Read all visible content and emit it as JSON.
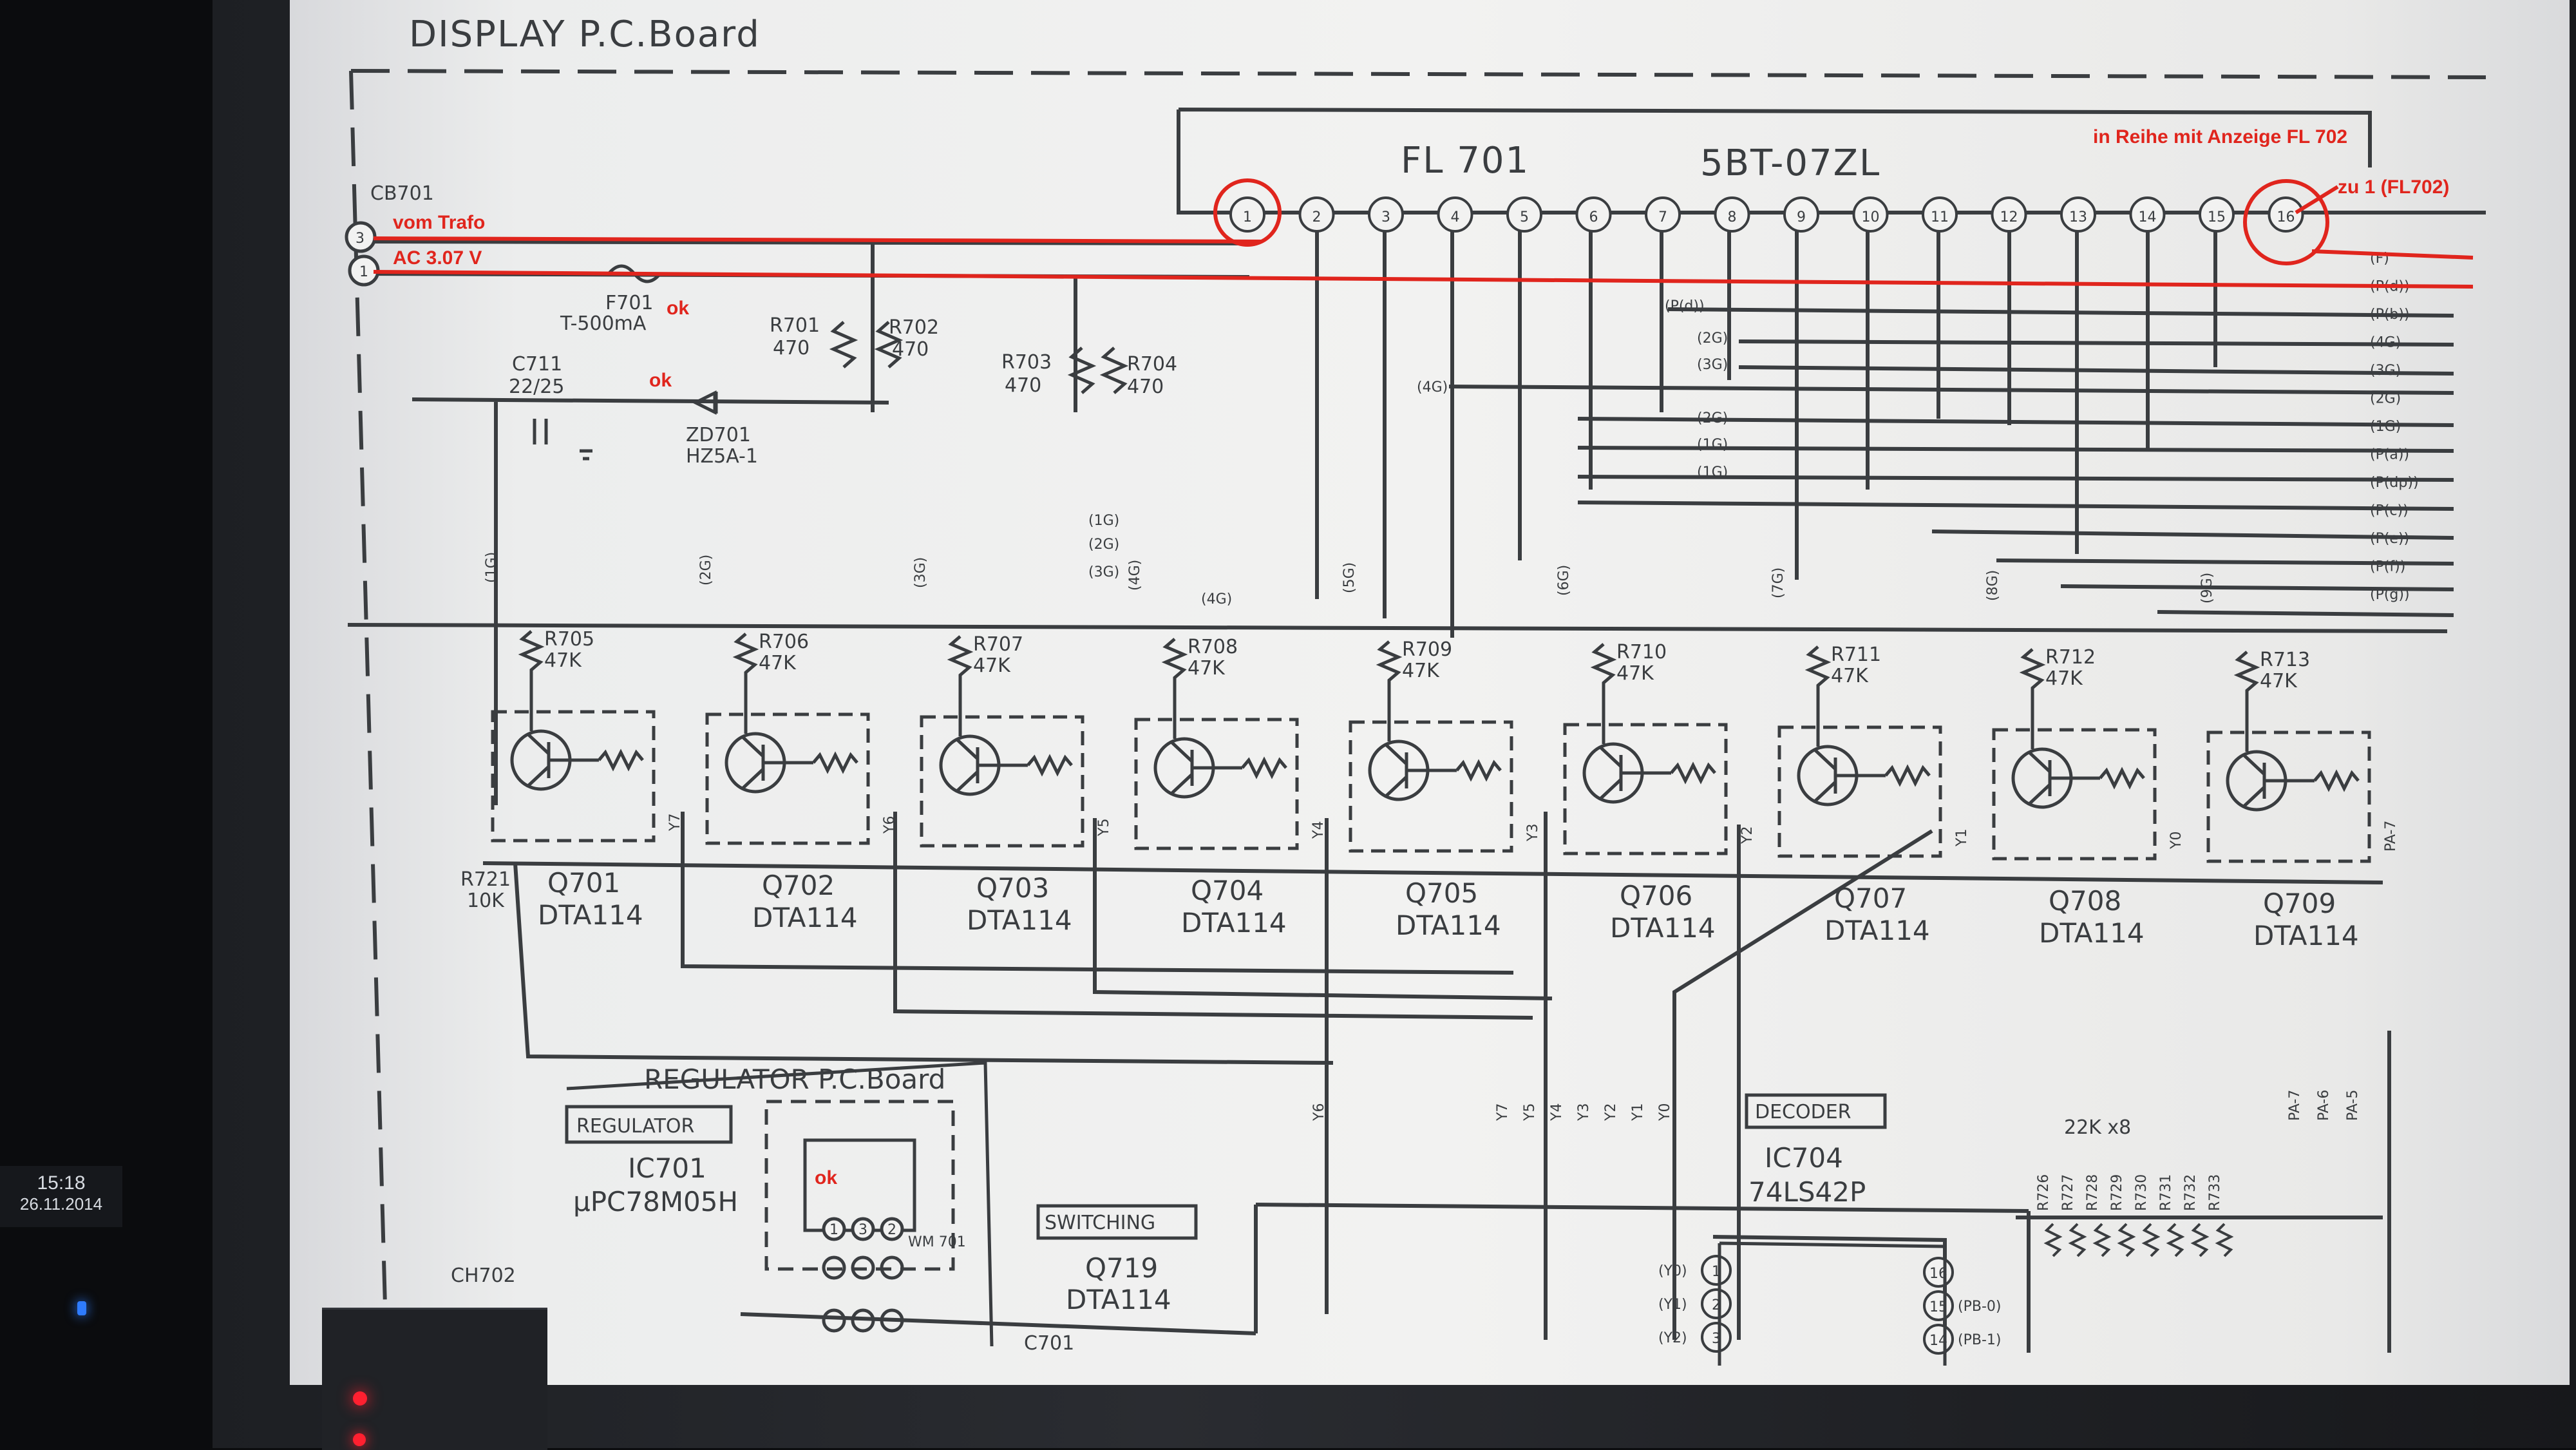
{
  "board_title": "DISPLAY  P.C.Board",
  "tube": {
    "ref": "FL 701",
    "part": "5BT-07ZL"
  },
  "pins": [
    "1",
    "2",
    "3",
    "4",
    "5",
    "6",
    "7",
    "8",
    "9",
    "10",
    "11",
    "12",
    "13",
    "14",
    "15",
    "16"
  ],
  "connector": {
    "ref": "CB701",
    "pin_top": "3",
    "pin_bottom": "1",
    "ch_ref": "CH702"
  },
  "fuse": {
    "ref": "F701",
    "rating": "T-500mA"
  },
  "cap": {
    "ref": "C711",
    "value": "22/25"
  },
  "zener": {
    "ref": "ZD701",
    "part": "HZ5A-1"
  },
  "resistors_top": [
    {
      "ref": "R701",
      "value": "470"
    },
    {
      "ref": "R702",
      "value": "470"
    },
    {
      "ref": "R703",
      "value": "470"
    },
    {
      "ref": "R704",
      "value": "470"
    }
  ],
  "r721": {
    "ref": "R721",
    "value": "10K"
  },
  "base_resistors": [
    {
      "ref": "R705",
      "value": "47K"
    },
    {
      "ref": "R706",
      "value": "47K"
    },
    {
      "ref": "R707",
      "value": "47K"
    },
    {
      "ref": "R708",
      "value": "47K"
    },
    {
      "ref": "R709",
      "value": "47K"
    },
    {
      "ref": "R710",
      "value": "47K"
    },
    {
      "ref": "R711",
      "value": "47K"
    },
    {
      "ref": "R712",
      "value": "47K"
    },
    {
      "ref": "R713",
      "value": "47K"
    }
  ],
  "transistors": [
    {
      "ref": "Q701",
      "part": "DTA114"
    },
    {
      "ref": "Q702",
      "part": "DTA114"
    },
    {
      "ref": "Q703",
      "part": "DTA114"
    },
    {
      "ref": "Q704",
      "part": "DTA114"
    },
    {
      "ref": "Q705",
      "part": "DTA114"
    },
    {
      "ref": "Q706",
      "part": "DTA114"
    },
    {
      "ref": "Q707",
      "part": "DTA114"
    },
    {
      "ref": "Q708",
      "part": "DTA114"
    },
    {
      "ref": "Q709",
      "part": "DTA114"
    }
  ],
  "grid_tags": [
    "(1G)",
    "(2G)",
    "(3G)",
    "(4G)",
    "(5G)",
    "(6G)",
    "(7G)",
    "(8G)",
    "(9G)"
  ],
  "y_tags": [
    "Y7",
    "Y6",
    "Y5",
    "Y4",
    "Y3",
    "Y2",
    "Y1",
    "Y0",
    "PA-7"
  ],
  "right_bus": [
    "(F)",
    "(P(d))",
    "(P(b))",
    "(4G)",
    "(3G)",
    "(2G)",
    "(1G)",
    "(P(a))",
    "(P(dp))",
    "(P(c))",
    "(P(e))",
    "(P(f))",
    "(P(g))"
  ],
  "inner_bus": [
    "(P(d))",
    "(2G)",
    "(3G)",
    "(4G)",
    "(2G)",
    "(1G)",
    "(1G)",
    "(1G)",
    "(2G)",
    "(3G)",
    "(4G)"
  ],
  "regulator_board": {
    "title": "REGULATOR P.C.Board",
    "box_label": "REGULATOR",
    "ic": "IC701",
    "part": "μPC78M05H",
    "wm": "WM 701",
    "pins": [
      "1",
      "3",
      "2"
    ]
  },
  "switching": {
    "label": "SWITCHING",
    "ref": "Q719",
    "part": "DTA114"
  },
  "decoder": {
    "label": "DECODER",
    "ic": "IC704",
    "part": "74LS42P",
    "left_pins": [
      "1",
      "2",
      "3"
    ],
    "right_pins": [
      "16",
      "15",
      "14"
    ],
    "left_tags": [
      "(Y0)",
      "(Y1)",
      "(Y2)"
    ],
    "right_tags": [
      "(PB-0)",
      "(PB-1)"
    ]
  },
  "resistor_array": {
    "label": "22K x8",
    "refs": [
      "R726",
      "R727",
      "R728",
      "R729",
      "R730",
      "R731",
      "R732",
      "R733"
    ]
  },
  "bottom_tags": [
    "Y6",
    "Y7",
    "Y5",
    "Y4",
    "Y3",
    "Y2",
    "Y1",
    "Y0"
  ],
  "pa_tags": [
    "PA-7",
    "PA-6",
    "PA-5"
  ],
  "c701": "C701",
  "annotations": {
    "vom_trafo": "vom Trafo",
    "ac_voltage": "AC 3.07 V",
    "ok_fuse": "ok",
    "ok_zener": "ok",
    "ok_regulator": "ok",
    "series_note": "in Reihe mit Anzeige FL 702",
    "to_pin_note": "zu 1 (FL702)"
  },
  "clock": {
    "time": "15:18",
    "date": "26.11.2014"
  },
  "colors": {
    "ink": "#3a3d40",
    "annotation": "#e0251d",
    "paper": "#f2f2f1"
  }
}
